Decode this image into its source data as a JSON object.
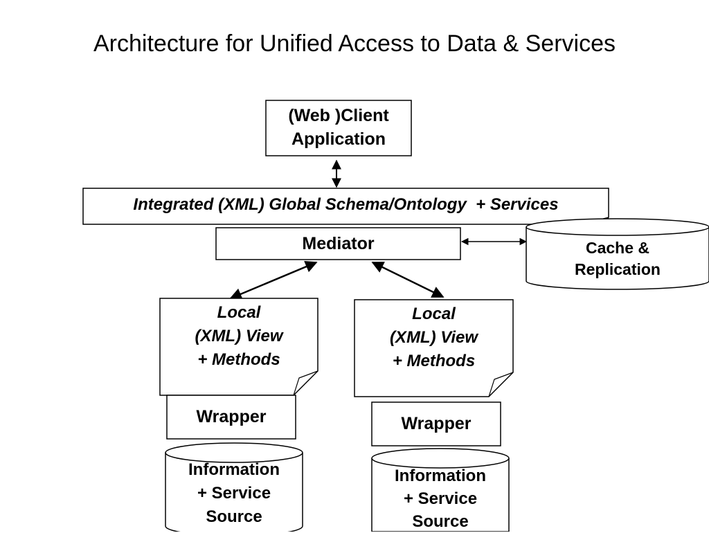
{
  "title": "Architecture for Unified Access to Data & Services",
  "nodes": {
    "client": {
      "line1": "(Web )Client",
      "line2": "Application"
    },
    "schema": {
      "label": "Integrated (XML) Global Schema/Ontology  + Services"
    },
    "mediator": {
      "label": "Mediator"
    },
    "cache": {
      "line1": "Cache &",
      "line2": "Replication"
    },
    "view_left": {
      "line1": "Local",
      "line2": "(XML) View",
      "line3": "+ Methods"
    },
    "view_right": {
      "line1": "Local",
      "line2": "(XML) View",
      "line3": "+ Methods"
    },
    "wrapper_left": {
      "label": "Wrapper"
    },
    "wrapper_right": {
      "label": "Wrapper"
    },
    "source_left": {
      "line1": "Information",
      "line2": "+ Service",
      "line3": "Source"
    },
    "source_right": {
      "line1": "Information",
      "line2": "+ Service",
      "line3": "Source"
    }
  },
  "edges": [
    {
      "from": "client",
      "to": "schema",
      "style": "bidirectional-arrow"
    },
    {
      "from": "mediator",
      "to": "cache",
      "style": "bidirectional-arrow"
    },
    {
      "from": "mediator",
      "to": "view_left",
      "style": "bidirectional-arrow"
    },
    {
      "from": "mediator",
      "to": "view_right",
      "style": "bidirectional-arrow"
    }
  ]
}
